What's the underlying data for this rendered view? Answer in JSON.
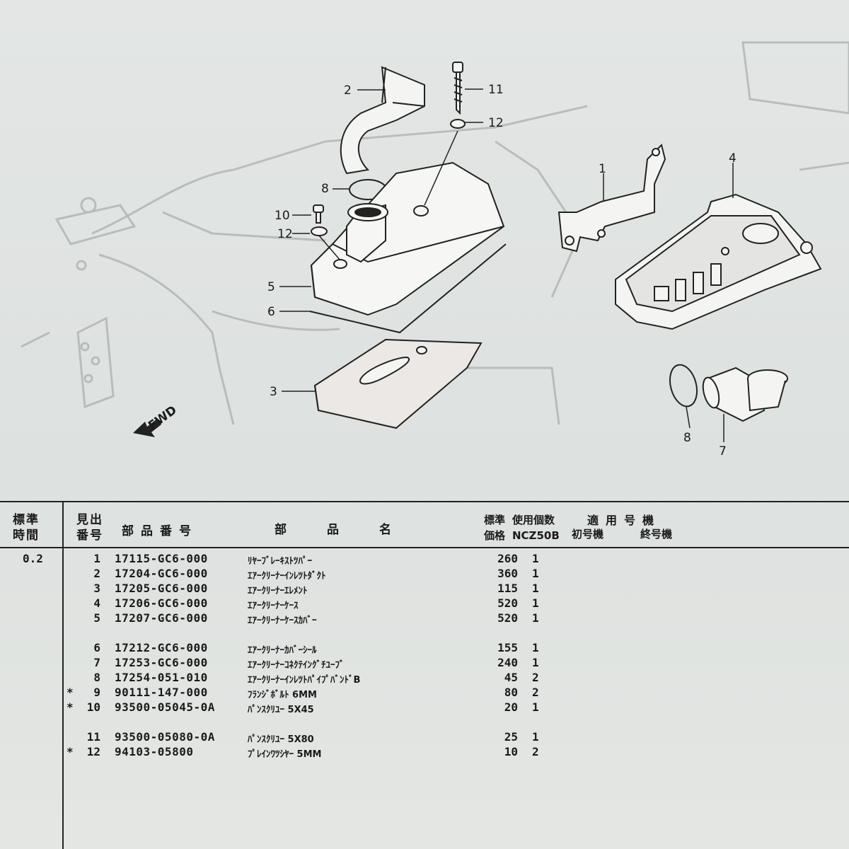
{
  "diagram": {
    "fwd_label": "FWD",
    "callouts": [
      "1",
      "2",
      "3",
      "4",
      "5",
      "6",
      "7",
      "8",
      "8",
      "10",
      "11",
      "12",
      "12"
    ]
  },
  "table": {
    "headers": {
      "time": "標準\n時間",
      "ref": "見出\n番号",
      "part_no": "部品番号",
      "part_name": "部　品　名",
      "price": "標準\n価格",
      "qty": "使用個数\nNCZ50B",
      "applicable": "適用号機",
      "first": "初号機",
      "last": "終号機"
    },
    "time_value": "0.2",
    "rows": [
      {
        "star": "",
        "ref": "1",
        "part_no": "17115-GC6-000",
        "name": "ﾘﾔｰﾌﾞﾚｰｷｽﾄﾂﾊﾟｰ",
        "price": "260",
        "qty": "1"
      },
      {
        "star": "",
        "ref": "2",
        "part_no": "17204-GC6-000",
        "name": "ｴｱｰｸﾘｰﾅｰｲﾝﾚﾂﾄﾀﾞｸﾄ",
        "price": "360",
        "qty": "1"
      },
      {
        "star": "",
        "ref": "3",
        "part_no": "17205-GC6-000",
        "name": "ｴｱｰｸﾘｰﾅｰｴﾚﾒﾝﾄ",
        "price": "115",
        "qty": "1"
      },
      {
        "star": "",
        "ref": "4",
        "part_no": "17206-GC6-000",
        "name": "ｴｱｰｸﾘｰﾅｰｹｰｽ",
        "price": "520",
        "qty": "1"
      },
      {
        "star": "",
        "ref": "5",
        "part_no": "17207-GC6-000",
        "name": "ｴｱｰｸﾘｰﾅｰｹｰｽｶﾊﾞｰ",
        "price": "520",
        "qty": "1"
      },
      {
        "star": "",
        "ref": "6",
        "part_no": "17212-GC6-000",
        "name": "ｴｱｰｸﾘｰﾅｰｶﾊﾞｰｼｰﾙ",
        "price": "155",
        "qty": "1"
      },
      {
        "star": "",
        "ref": "7",
        "part_no": "17253-GC6-000",
        "name": "ｴｱｰｸﾘｰﾅｰｺﾈｸﾃｲﾝｸﾞﾁﾕｰﾌﾞ",
        "price": "240",
        "qty": "1"
      },
      {
        "star": "",
        "ref": "8",
        "part_no": "17254-051-010",
        "name": "ｴｱｰｸﾘｰﾅｰｲﾝﾚﾂﾄﾊﾟｲﾌﾟﾊﾞﾝﾄﾞB",
        "price": "45",
        "qty": "2"
      },
      {
        "star": "*",
        "ref": "9",
        "part_no": "90111-147-000",
        "name": "ﾌﾗﾝｼﾞﾎﾞﾙﾄ 6MM",
        "price": "80",
        "qty": "2"
      },
      {
        "star": "*",
        "ref": "10",
        "part_no": "93500-05045-0A",
        "name": "ﾊﾟﾝｽｸﾘﾕｰ 5X45",
        "price": "20",
        "qty": "1"
      },
      {
        "star": "",
        "ref": "11",
        "part_no": "93500-05080-0A",
        "name": "ﾊﾟﾝｽｸﾘﾕｰ 5X80",
        "price": "25",
        "qty": "1"
      },
      {
        "star": "*",
        "ref": "12",
        "part_no": "94103-05800",
        "name": "ﾌﾟﾚｲﾝﾜﾂｼﾔｰ 5MM",
        "price": "10",
        "qty": "2"
      }
    ]
  }
}
